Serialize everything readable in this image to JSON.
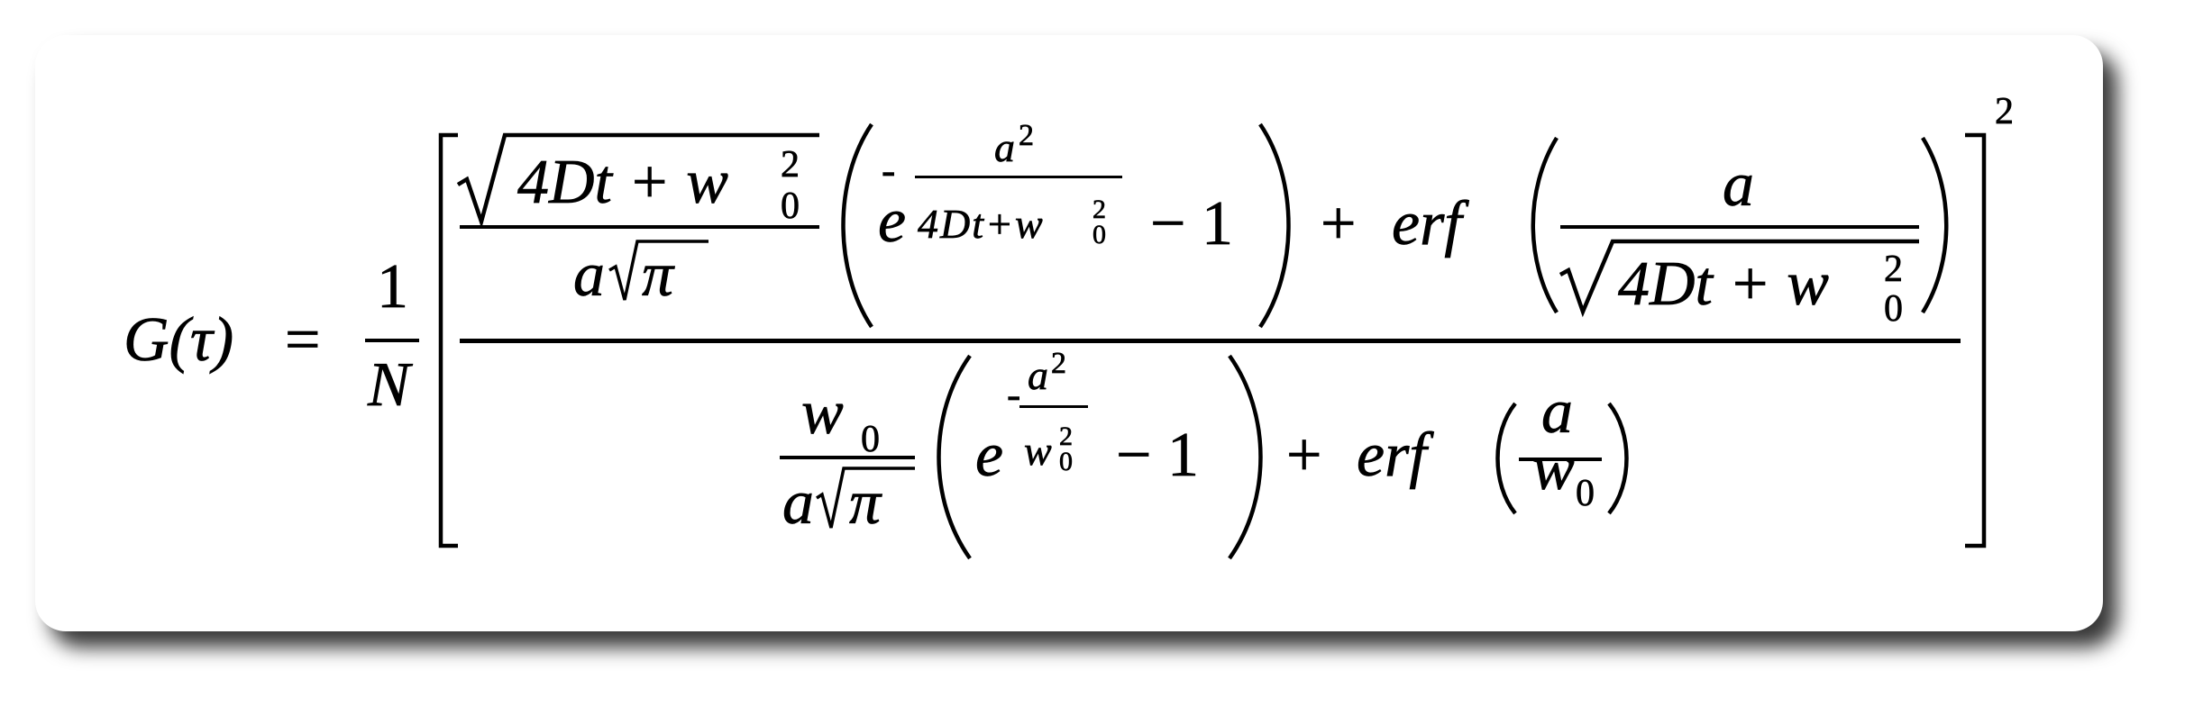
{
  "formula": {
    "lhs": "G(τ)",
    "equals": "=",
    "prefactor": {
      "numerator": "1",
      "denominator": "N"
    },
    "outer_exponent": "2",
    "numerator": {
      "coef_num_radicand": "4Dt + w",
      "coef_num_sub": "0",
      "coef_num_sup": "2",
      "coef_den_a": "a",
      "coef_den_pi": "π",
      "exp_base": "e",
      "exp_sign": "-",
      "exp_num": "a",
      "exp_num_sup": "2",
      "exp_den": "4Dt+w",
      "exp_den_sup": "2",
      "exp_den_sub": "0",
      "minus_one": "− 1",
      "plus": "+",
      "erf": "erf",
      "erf_arg_num": "a",
      "erf_arg_radicand": "4Dt + w",
      "erf_arg_sup": "2",
      "erf_arg_sub": "0"
    },
    "denominator": {
      "coef_num_w": "w",
      "coef_num_sub": "0",
      "coef_den_a": "a",
      "coef_den_pi": "π",
      "exp_base": "e",
      "exp_sign": "-",
      "exp_num": "a",
      "exp_num_sup": "2",
      "exp_den": "w",
      "exp_den_sup": "2",
      "exp_den_sub": "0",
      "minus_one": "− 1",
      "plus": "+",
      "erf": "erf",
      "erf_arg_num": "a",
      "erf_arg_den": "w",
      "erf_arg_sub": "0"
    }
  }
}
